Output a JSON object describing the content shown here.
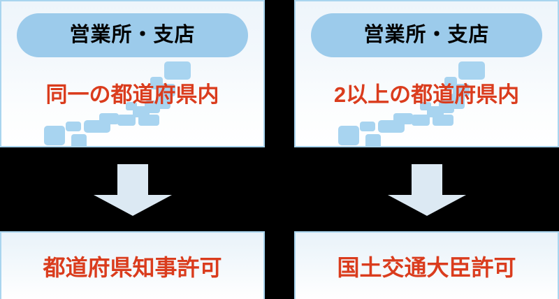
{
  "colors": {
    "background": "#000000",
    "card_border": "#a9d5ef",
    "card_bg_top": "#eef5fb",
    "card_bg_bottom": "#ffffff",
    "pill_bg": "#9ccbeb",
    "pill_text": "#000000",
    "headline_red": "#da3c1d",
    "map_block": "#a8d4f0",
    "arrow_fill": "#dce9f3"
  },
  "branches": [
    {
      "id": "prefectural",
      "pill_label": "営業所・支店",
      "condition_label": "同一の都道府県内",
      "arrow_icon": "down-arrow-icon",
      "map_icon": "japan-map-icon",
      "result_label": "都道府県知事許可"
    },
    {
      "id": "national",
      "pill_label": "営業所・支店",
      "condition_label": "2以上の都道府県内",
      "arrow_icon": "down-arrow-icon",
      "map_icon": "japan-map-icon",
      "result_label": "国土交通大臣許可"
    }
  ]
}
